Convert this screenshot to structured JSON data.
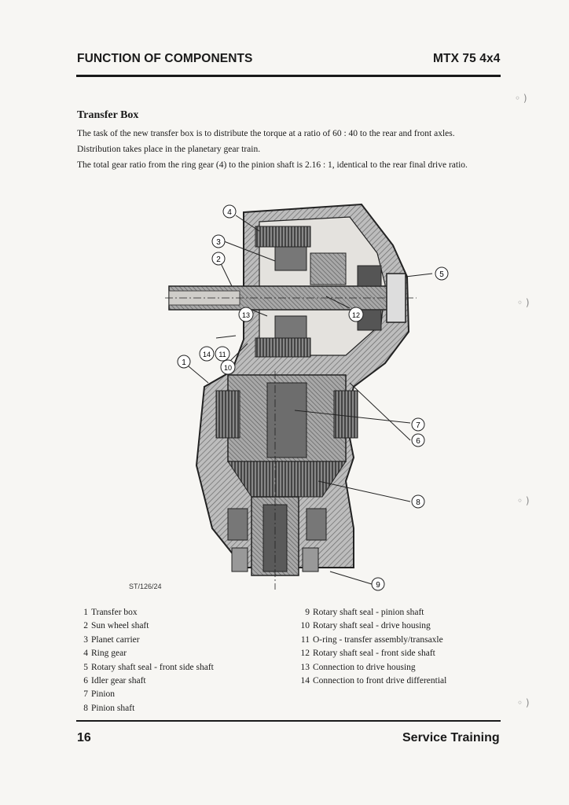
{
  "header": {
    "left": "FUNCTION OF COMPONENTS",
    "right": "MTX 75 4x4"
  },
  "section_title": "Transfer Box",
  "paragraphs": [
    "The task of the new transfer box is to distribute the torque at a ratio of 60 : 40 to the rear and front axles.",
    "Distribution takes place in the planetary gear train.",
    "The total gear ratio from the ring gear (4) to the pinion shaft is 2.16 : 1, identical to the rear final drive ratio."
  ],
  "figure": {
    "reference": "ST/126/24",
    "callouts": [
      "1",
      "2",
      "3",
      "4",
      "5",
      "6",
      "7",
      "8",
      "9",
      "10",
      "11",
      "12",
      "13",
      "14"
    ]
  },
  "legend": {
    "left": [
      {
        "num": "1",
        "text": "Transfer box"
      },
      {
        "num": "2",
        "text": "Sun wheel shaft"
      },
      {
        "num": "3",
        "text": "Planet carrier"
      },
      {
        "num": "4",
        "text": "Ring gear"
      },
      {
        "num": "5",
        "text": "Rotary shaft seal - front side shaft"
      },
      {
        "num": "6",
        "text": "Idler gear shaft"
      },
      {
        "num": "7",
        "text": "Pinion"
      },
      {
        "num": "8",
        "text": "Pinion shaft"
      }
    ],
    "right": [
      {
        "num": "9",
        "text": "Rotary shaft seal - pinion shaft"
      },
      {
        "num": "10",
        "text": "Rotary shaft seal - drive housing"
      },
      {
        "num": "11",
        "text": "O-ring - transfer assembly/transaxle"
      },
      {
        "num": "12",
        "text": "Rotary shaft seal - front side shaft"
      },
      {
        "num": "13",
        "text": "Connection to drive housing"
      },
      {
        "num": "14",
        "text": "Connection to front drive differential"
      }
    ]
  },
  "footer": {
    "page_number": "16",
    "right": "Service Training"
  }
}
